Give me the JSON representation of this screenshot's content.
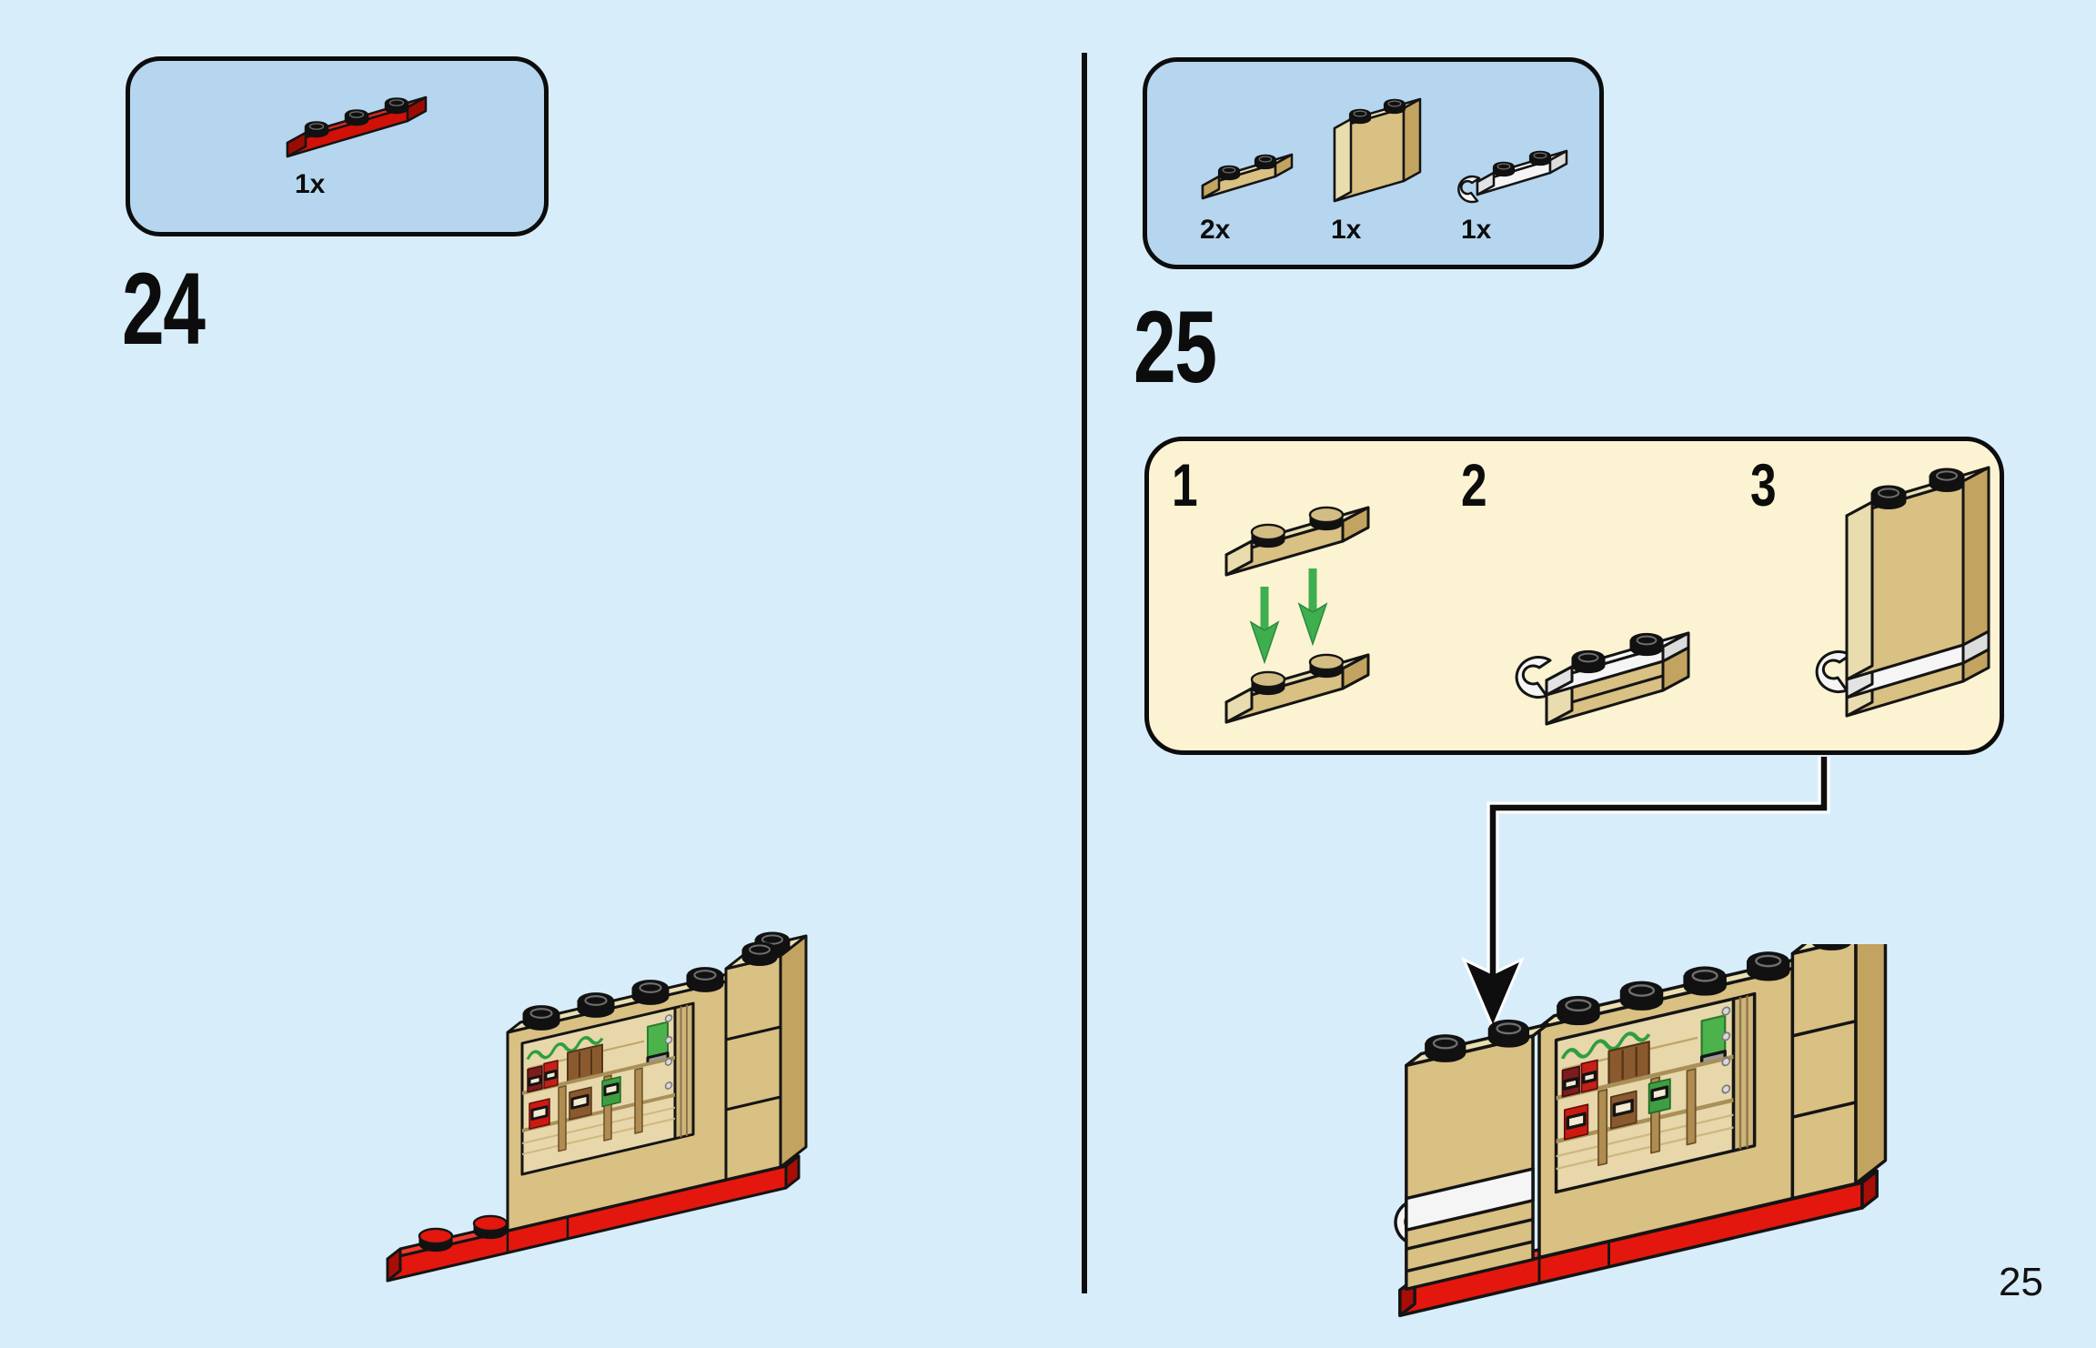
{
  "page": {
    "number": "25"
  },
  "colors": {
    "background": "#d8edfa",
    "parts_box_blue": "#b5d6ee",
    "callout_yellow": "#fbf3d2",
    "brick_red": "#e3170d",
    "brick_tan": "#d9c083",
    "brick_white": "#f5f5f5",
    "arrow_green": "#3fae4f",
    "outline": "#141414"
  },
  "step24": {
    "number": "24",
    "parts": [
      {
        "piece": "red-plate-1x3",
        "count": "1x"
      }
    ]
  },
  "step25": {
    "number": "25",
    "parts": [
      {
        "piece": "tan-plate-1x2",
        "count": "2x"
      },
      {
        "piece": "tan-brick-1x2",
        "count": "1x"
      },
      {
        "piece": "white-clip-plate-1x2",
        "count": "1x"
      }
    ],
    "substeps": [
      {
        "label": "1"
      },
      {
        "label": "2"
      },
      {
        "label": "3"
      }
    ]
  }
}
